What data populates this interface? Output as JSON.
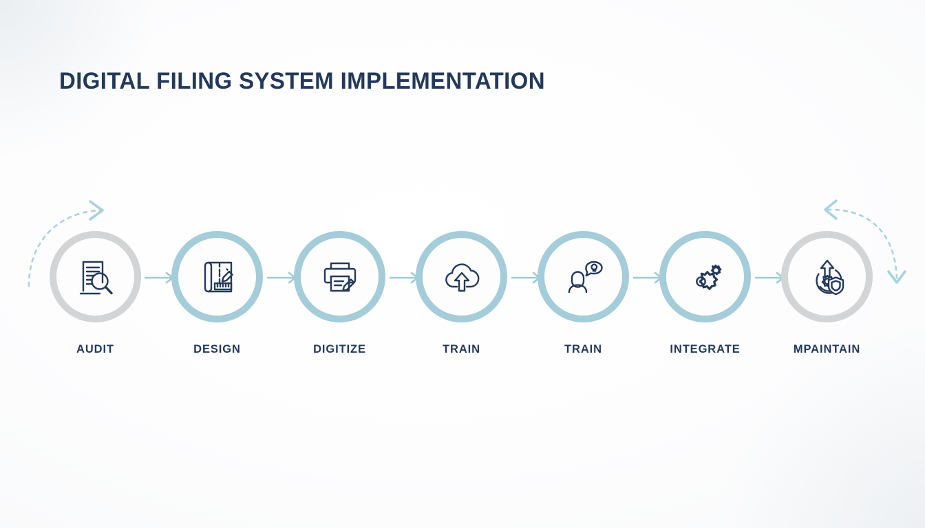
{
  "page": {
    "title": "DIGITAL FILING SYSTEM IMPLEMENTATION",
    "background_color": "#ffffff",
    "text_color": "#23395b",
    "accent_teal": "#a4ccd9",
    "accent_gray": "#d2d4d5",
    "icon_color": "#23395b"
  },
  "process": {
    "steps": [
      {
        "label": "AUDIT",
        "icon": "document-magnifier-icon",
        "ring_color": "#d2d4d5",
        "ring_style": "gray"
      },
      {
        "label": "DESIGN",
        "icon": "blueprint-pencil-ruler-icon",
        "ring_color": "#a4ccd9",
        "ring_style": "teal"
      },
      {
        "label": "DIGITIZE",
        "icon": "scanner-document-pen-icon",
        "ring_color": "#a4ccd9",
        "ring_style": "teal"
      },
      {
        "label": "TRAIN",
        "icon": "cloud-upload-icon",
        "ring_color": "#a4ccd9",
        "ring_style": "teal"
      },
      {
        "label": "TRAIN",
        "icon": "person-lightbulb-speech-icon",
        "ring_color": "#a4ccd9",
        "ring_style": "teal"
      },
      {
        "label": "INTEGRATE",
        "icon": "gears-icon",
        "ring_color": "#a4ccd9",
        "ring_style": "teal"
      },
      {
        "label": "MPAINTAIN",
        "icon": "refresh-gear-shield-icon",
        "ring_color": "#d2d4d5",
        "ring_style": "gray"
      }
    ],
    "connector_icon": "arrow-right-icon",
    "connector_color": "#9fc9d6",
    "decorations": [
      {
        "name": "dashed-arc-arrow-left",
        "icon": "curved-dashed-arrow-right-icon",
        "color": "#a9d2de"
      },
      {
        "name": "dashed-arc-arrow-right",
        "icon": "curved-dashed-arrow-loop-icon",
        "color": "#a9d2de"
      }
    ]
  }
}
